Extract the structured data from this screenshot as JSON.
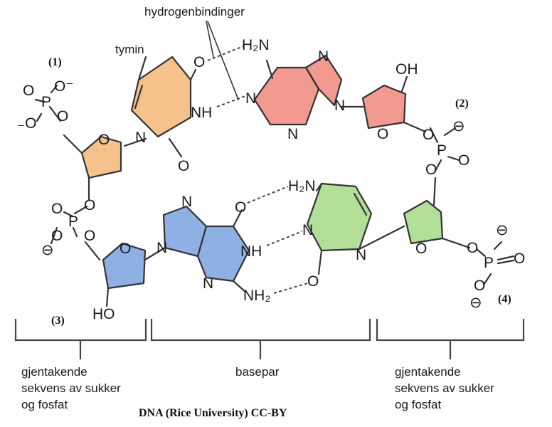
{
  "labels": {
    "hydrogen_bonds": "hydrogenbindinger",
    "thymine": "tymin",
    "base_pair": "basepar",
    "left_backbone": [
      "gjentakende",
      "sekvens av sukker",
      "og fosfat"
    ],
    "right_backbone": [
      "gjentakende",
      "sekvens av sukker",
      "og fosfat"
    ],
    "credit": "DNA (Rice University) CC-BY"
  },
  "markers": [
    "(1)",
    "(2)",
    "(3)",
    "(4)"
  ],
  "atoms": {
    "O": "O",
    "N": "N",
    "P": "P",
    "NH": "NH",
    "H2N": "H₂N",
    "NH2": "NH₂",
    "OH": "OH",
    "HO": "HO",
    "O_minus": "O⁻",
    "minus_O": "₋O",
    "minus": "−",
    "circle_minus": "⊖"
  },
  "colors": {
    "thymine": "#f6c28c",
    "thymine_sugar": "#f6c28c",
    "adenine": "#f39a90",
    "adenine_sugar": "#f39a90",
    "guanine": "#8fb0e4",
    "guanine_sugar": "#8fb0e4",
    "cytosine": "#b2de98",
    "cytosine_sugar": "#b2de98"
  }
}
